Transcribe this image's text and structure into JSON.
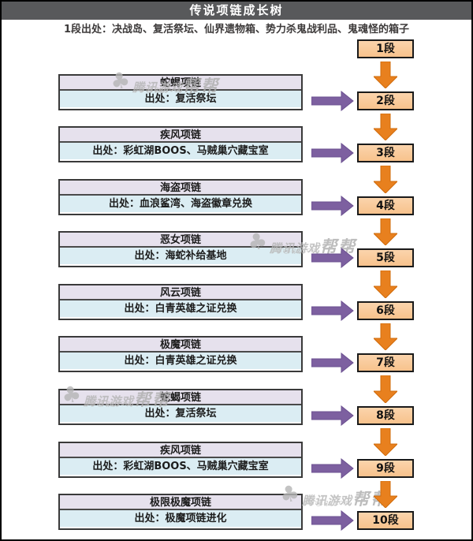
{
  "title": "传说项链成长树",
  "subtitle": "1段出处：决战岛、复活祭坛、仙界遗物箱、势力杀鬼战利品、鬼魂怪的箱子",
  "first_stage": {
    "label": "1段"
  },
  "rows": [
    {
      "name": "蛇蝎项链",
      "source": "出处：复活祭坛",
      "stage": "2段"
    },
    {
      "name": "疾风项链",
      "source": "出处：彩虹湖BOOS、马贼巢穴藏宝室",
      "stage": "3段"
    },
    {
      "name": "海盗项链",
      "source": "出处：血浪鲨湾、海盗徽章兑换",
      "stage": "4段"
    },
    {
      "name": "恶女项链",
      "source": "出处：海蛇补给基地",
      "stage": "5段"
    },
    {
      "name": "风云项链",
      "source": "出处：白青英雄之证兑换",
      "stage": "6段"
    },
    {
      "name": "极魔项链",
      "source": "出处：白青英雄之证兑换",
      "stage": "7段"
    },
    {
      "name": "蛇蝎项链",
      "source": "出处：复活祭坛",
      "stage": "8段"
    },
    {
      "name": "疾风项链",
      "source": "出处：彩虹湖BOOS、马贼巢穴藏宝室",
      "stage": "9段"
    },
    {
      "name": "极限极魔项链",
      "source": "出处：极魔项链进化",
      "stage": "10段"
    }
  ],
  "watermark": {
    "logo": "club-icon",
    "brand": "腾讯游戏",
    "suffix": "帮帮",
    "url": "bang.qq.com"
  },
  "colors": {
    "title_bar": "#58595B",
    "stage_box_fill": "#F9C794",
    "down_arrow_orange": "#E8801E",
    "right_arrow_purple": "#7D60A0",
    "name_row_lavender": "#E6E1ED",
    "source_row_cyan": "#DBEDF3"
  }
}
